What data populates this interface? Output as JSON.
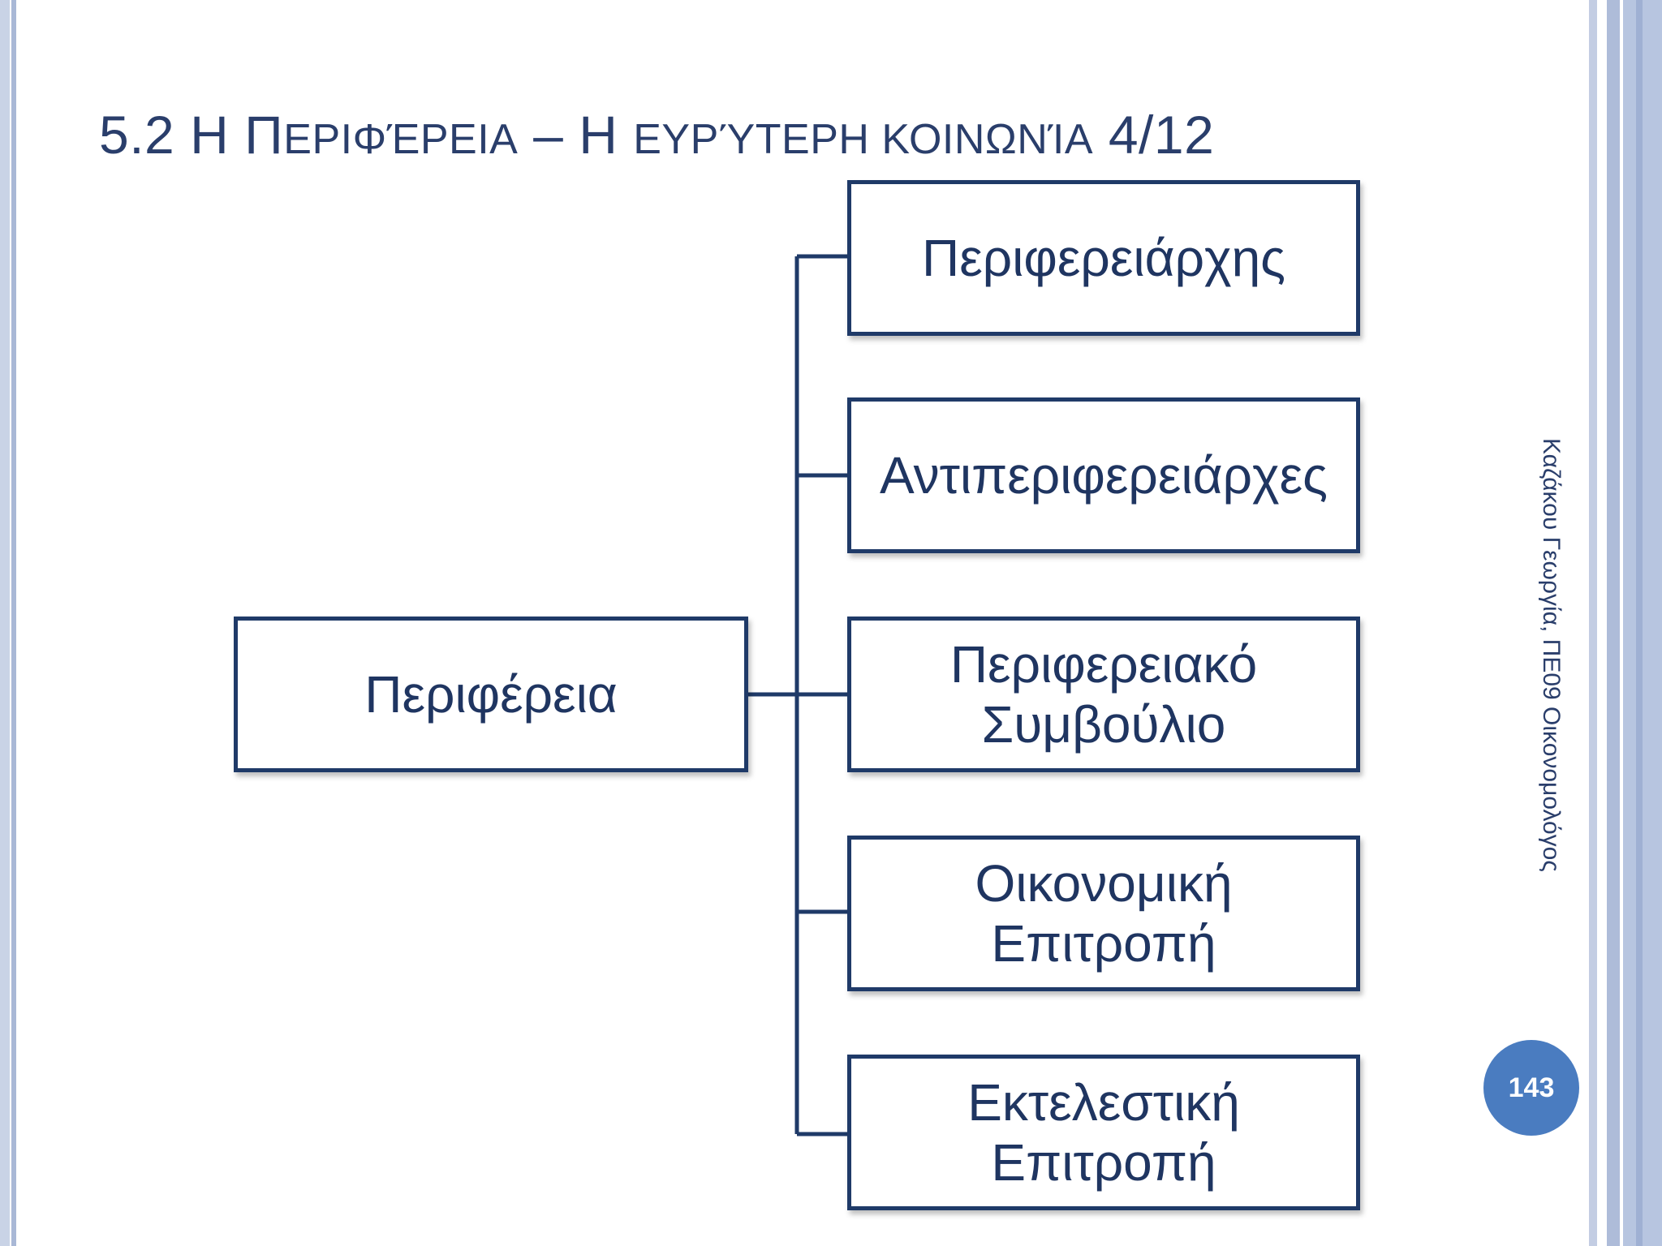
{
  "title": {
    "number": "5.2 ",
    "part1_cap": "Η ",
    "part2_cap": "Π",
    "part2_rest": "ΕΡΙΦΈΡΕΙΑ",
    "dash": " – ",
    "part3_cap": "Η ",
    "part3_rest": "ΕΥΡΎΤΕΡΗ ΚΟΙΝΩΝΊΑ",
    "counter": " 4/12"
  },
  "diagram": {
    "root": "Περιφέρεια",
    "children": [
      "Περιφερειάρχης",
      "Αντιπεριφερειάρχες",
      "Περιφερειακό\nΣυμβούλιο",
      "Οικονομική\nΕπιτροπή",
      "Εκτελεστική\nΕπιτροπή"
    ]
  },
  "author": "Καζάκου Γεωργία, ΠΕ09 Οικονομολόγος",
  "page_number": "143",
  "colors": {
    "box_border": "#1f3a68",
    "text": "#1f3561",
    "connector": "#1f3a68",
    "badge": "#4a7cc0"
  }
}
